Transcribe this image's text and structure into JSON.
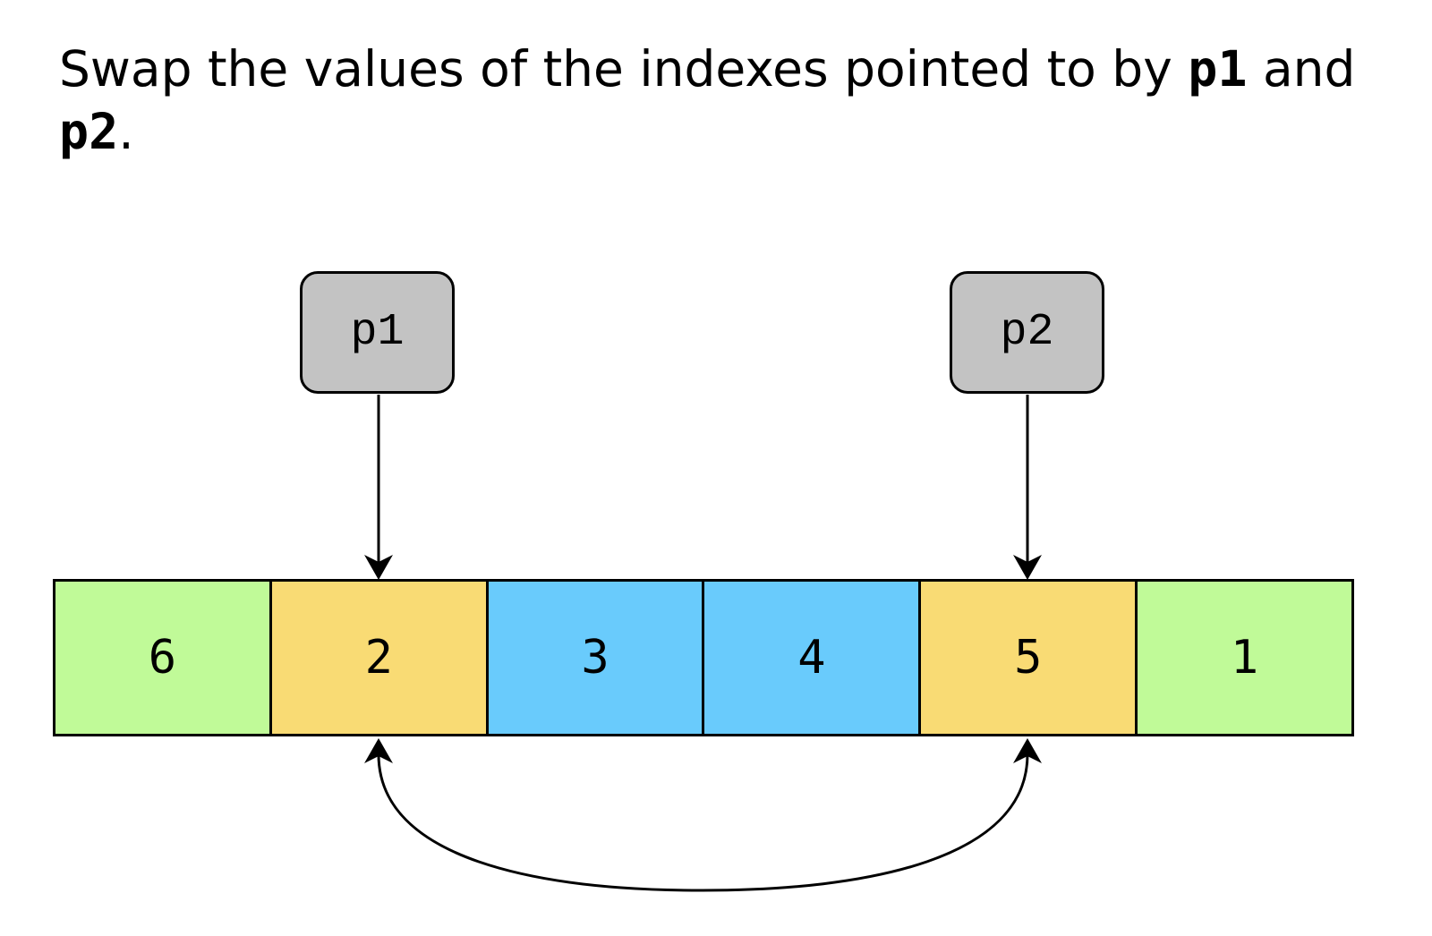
{
  "caption": {
    "text_before": "Swap the values of the indexes pointed to by ",
    "p1": "p1",
    "text_middle": " and ",
    "p2": "p2",
    "text_after": "."
  },
  "pointers": [
    {
      "label": "p1",
      "index": 1
    },
    {
      "label": "p2",
      "index": 4
    }
  ],
  "array": {
    "cells": [
      {
        "value": "6",
        "color": "#C0FA98"
      },
      {
        "value": "2",
        "color": "#F9DB74"
      },
      {
        "value": "3",
        "color": "#69CBFC"
      },
      {
        "value": "4",
        "color": "#69CBFC"
      },
      {
        "value": "5",
        "color": "#F9DB74"
      },
      {
        "value": "1",
        "color": "#C0FA98"
      }
    ]
  },
  "colors": {
    "pointer_box": "#C3C3C3",
    "stroke": "#000000"
  }
}
